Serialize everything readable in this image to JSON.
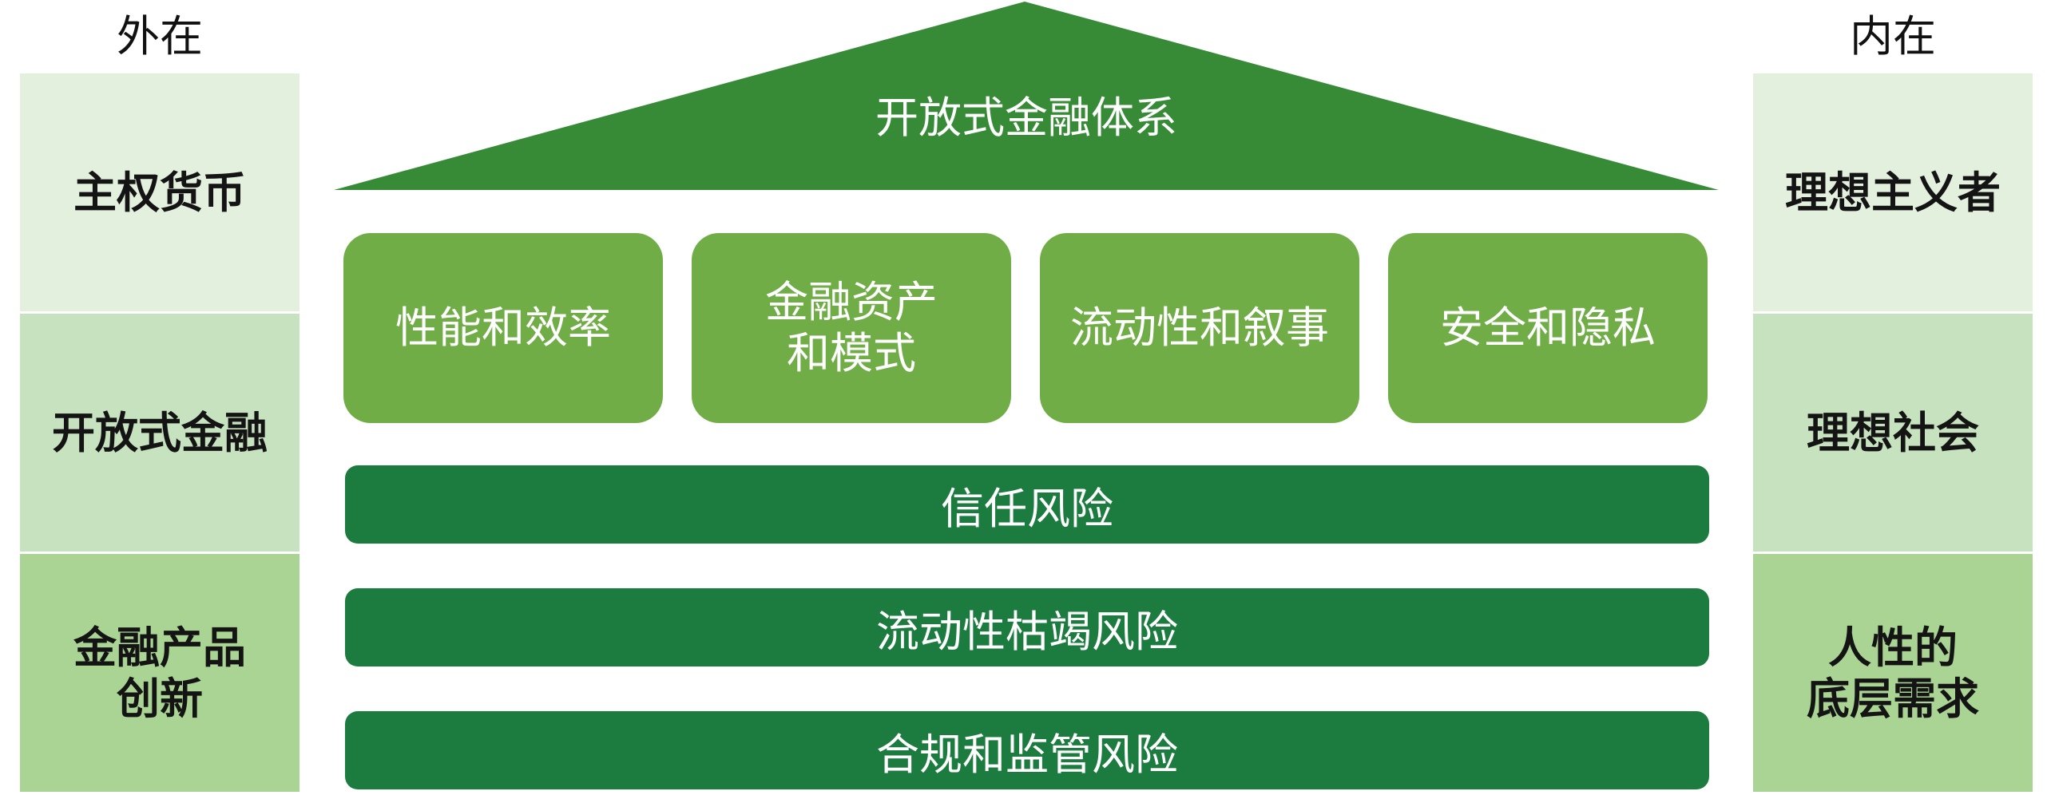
{
  "colors": {
    "roof": "#378b37",
    "pillar": "#70ad47",
    "bar": "#1c7b3f",
    "side_light": "#e3f0dd",
    "side_mid": "#c7e2bf",
    "side_dark": "#a9d494"
  },
  "left": {
    "title": "外在",
    "items": [
      {
        "label": "主权货币"
      },
      {
        "label": "开放式金融"
      },
      {
        "label": "金融产品\n创新"
      }
    ]
  },
  "right": {
    "title": "内在",
    "items": [
      {
        "label": "理想主义者"
      },
      {
        "label": "理想社会"
      },
      {
        "label": "人性的\n底层需求"
      }
    ]
  },
  "roof": {
    "label": "开放式金融体系"
  },
  "pillars": [
    {
      "label": "性能和效率"
    },
    {
      "label": "金融资产\n和模式"
    },
    {
      "label": "流动性和叙事"
    },
    {
      "label": "安全和隐私"
    }
  ],
  "foundations": [
    {
      "label": "信任风险"
    },
    {
      "label": "流动性枯竭风险"
    },
    {
      "label": "合规和监管风险"
    }
  ]
}
